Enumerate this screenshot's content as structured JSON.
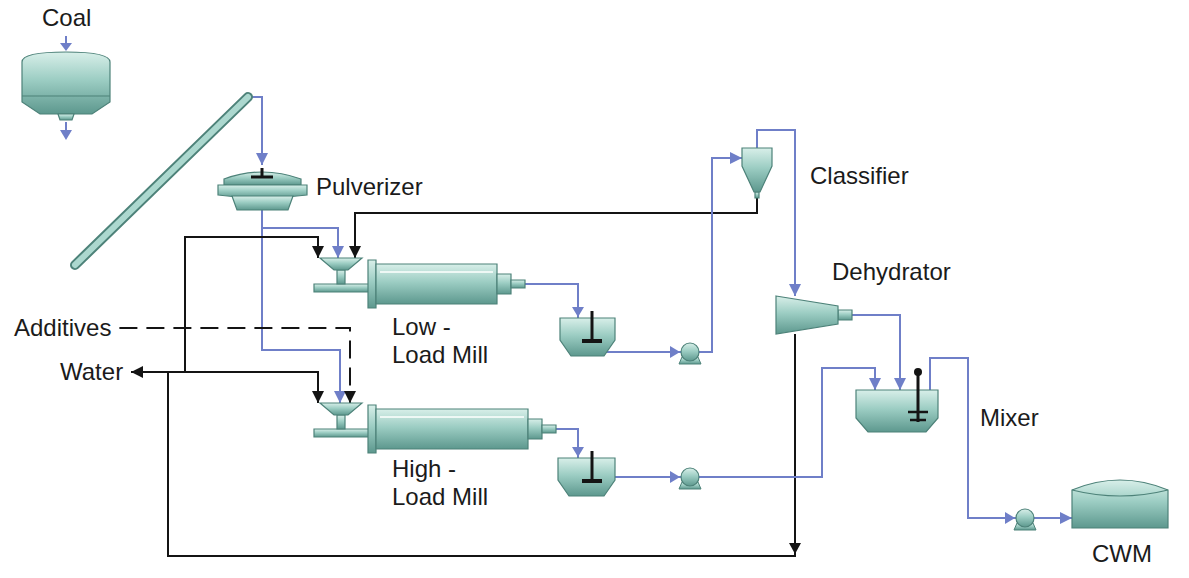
{
  "diagram": {
    "nodes": [
      {
        "text": [
          "Coal"
        ]
      },
      {
        "text": [
          "Pulverizer"
        ]
      },
      {
        "text": [
          "Classifier"
        ]
      },
      {
        "text": [
          "Additives"
        ]
      },
      {
        "text": [
          "Water"
        ]
      },
      {
        "text": [
          "Low - Load Mill"
        ]
      },
      {
        "text": [
          "Dehydrator"
        ]
      },
      {
        "text": [
          "High - Load Mill"
        ]
      },
      {
        "text": [
          "Mixer"
        ]
      },
      {
        "text": [
          "CWM"
        ]
      }
    ],
    "edges": [
      {
        "from": 0,
        "to": 1,
        "arrow": "to"
      },
      {
        "from": 1,
        "to": 5,
        "arrow": "to"
      },
      {
        "from": 1,
        "to": 7,
        "arrow": "to"
      },
      {
        "from": 4,
        "to": 5,
        "arrow": "to"
      },
      {
        "from": 4,
        "to": 7,
        "arrow": "to"
      },
      {
        "from": 3,
        "to": 7,
        "arrow": "to"
      },
      {
        "from": 2,
        "to": 5,
        "arrow": "to"
      },
      {
        "from": 5,
        "to": 2,
        "arrow": "to"
      },
      {
        "from": 2,
        "to": 6,
        "arrow": "to"
      },
      {
        "from": 6,
        "to": 8,
        "arrow": "to"
      },
      {
        "from": 6,
        "to": 4,
        "arrow": "to"
      },
      {
        "from": 7,
        "to": 8,
        "arrow": "to"
      },
      {
        "from": 8,
        "to": 9,
        "arrow": "to"
      }
    ]
  }
}
